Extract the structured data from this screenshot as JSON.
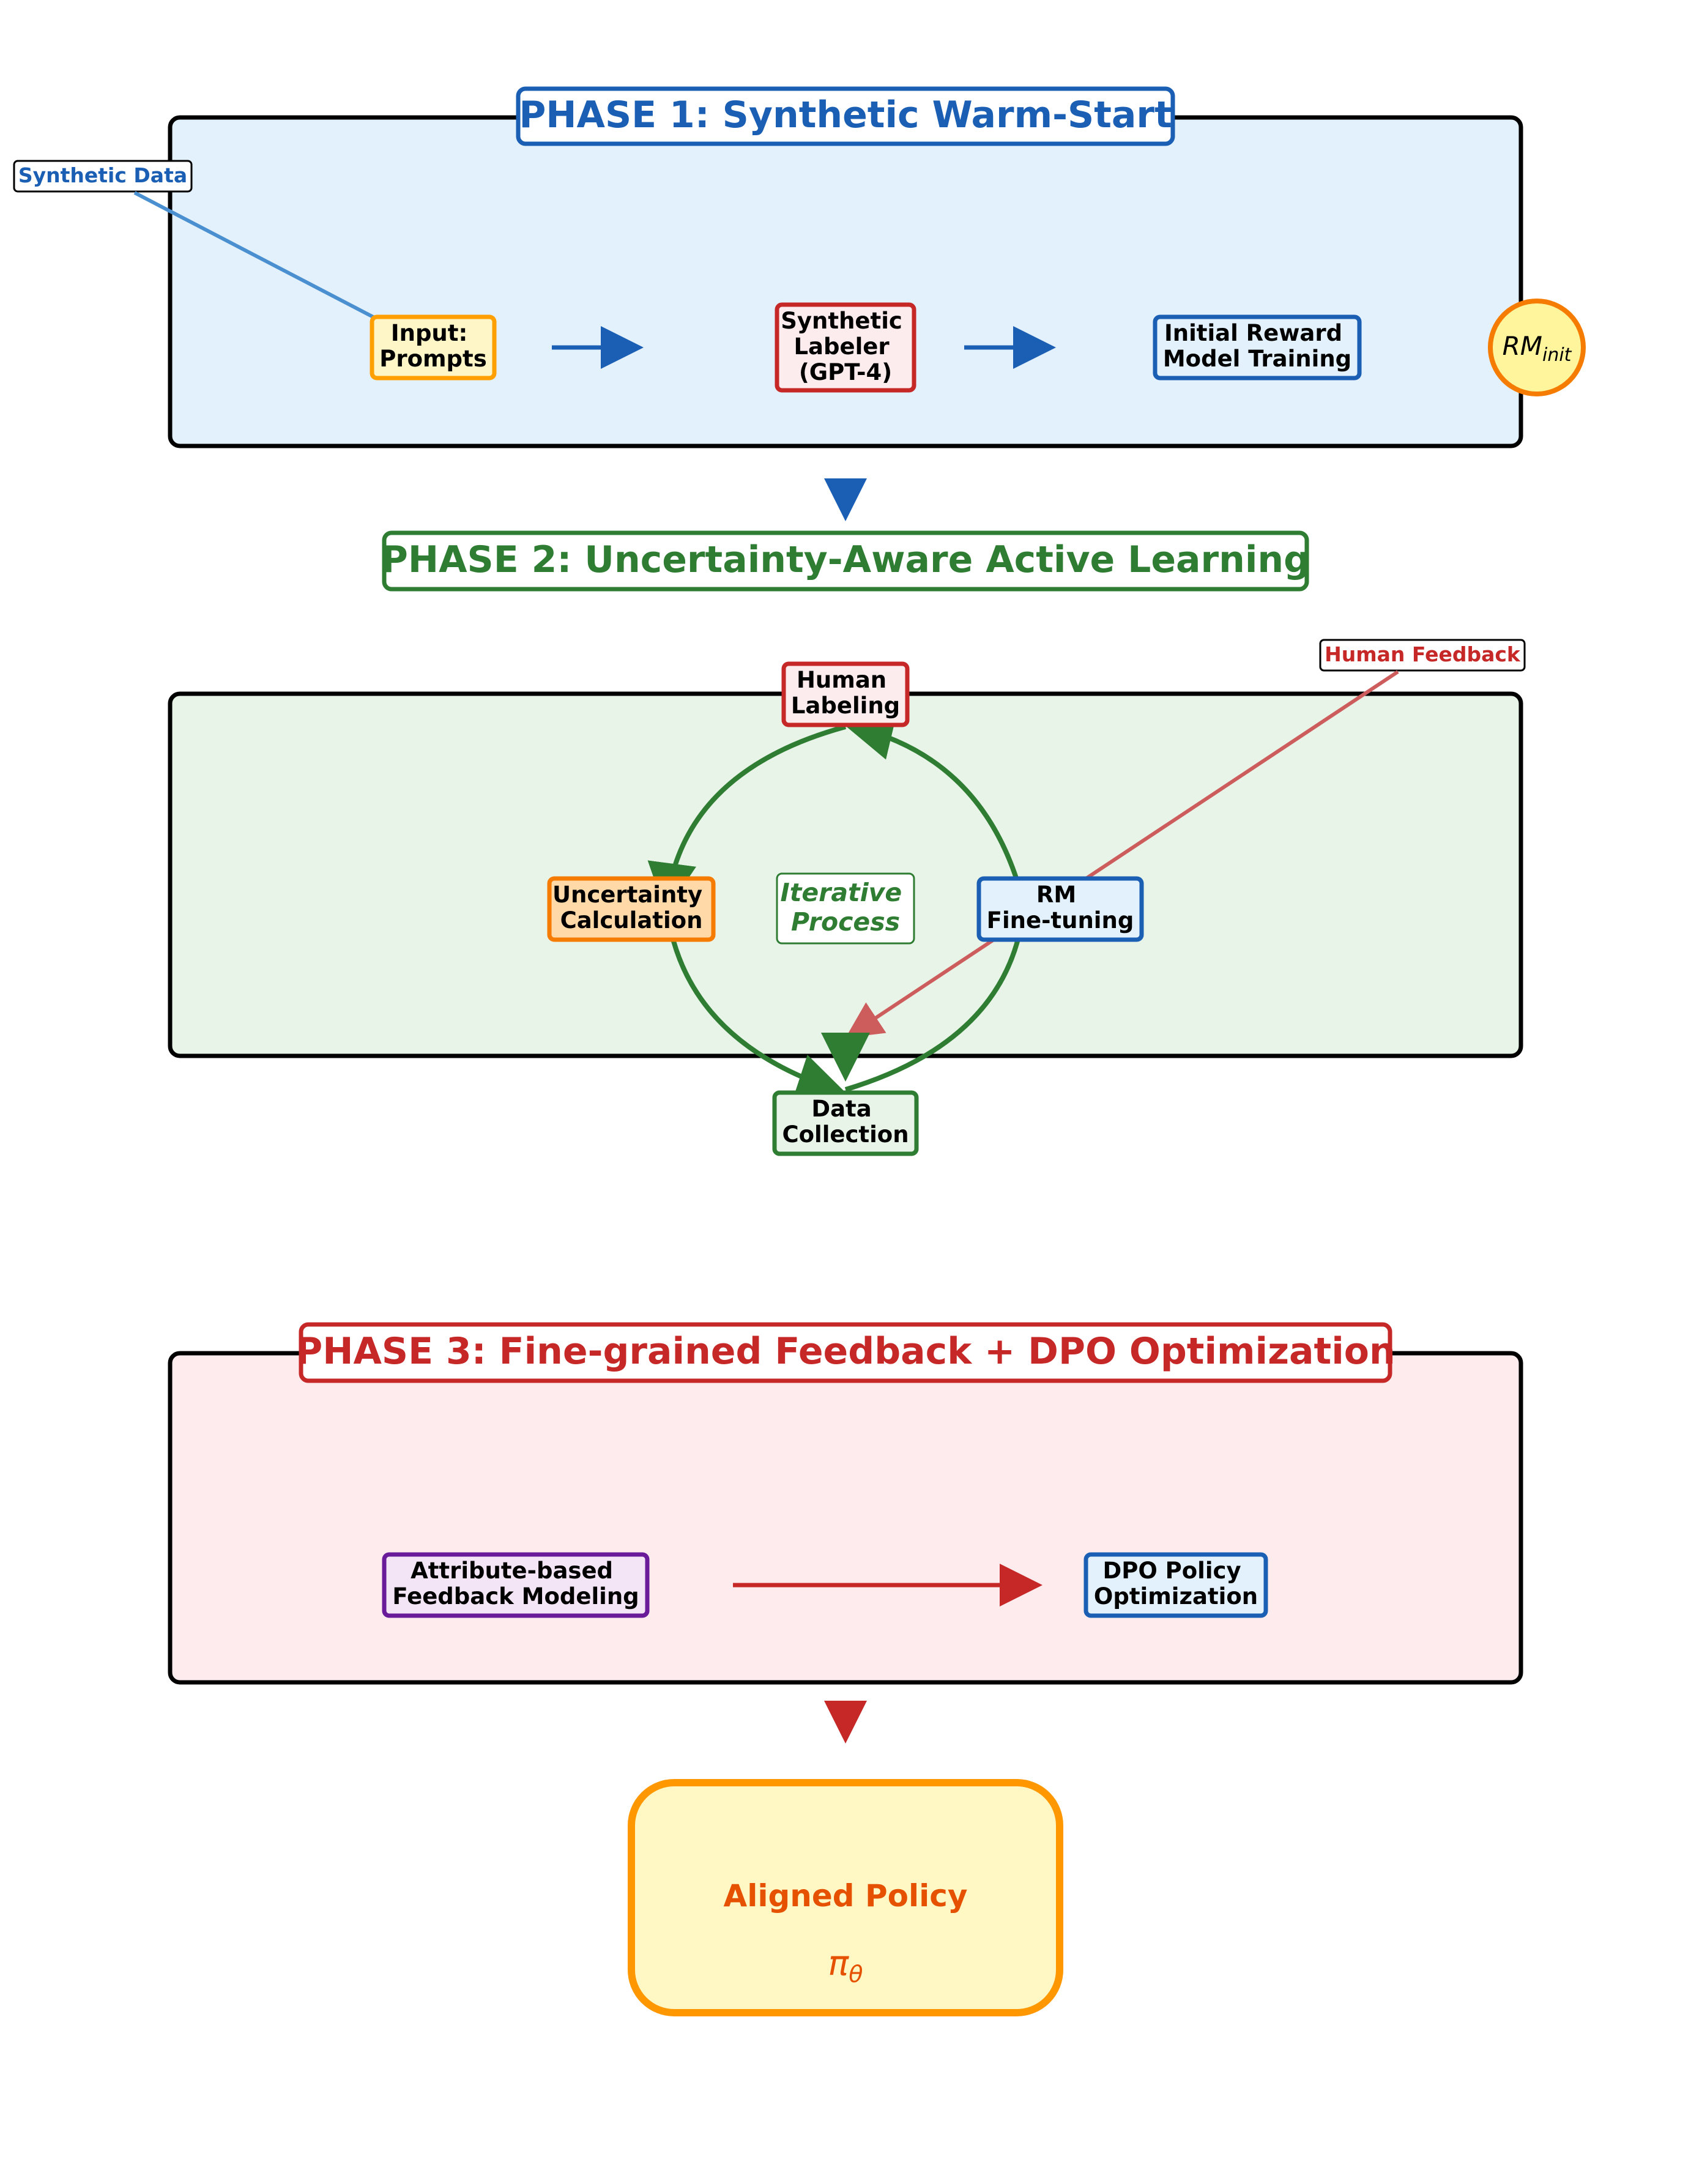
{
  "phase1": {
    "title": "PHASE 1: Synthetic Warm-Start",
    "callout": "Synthetic Data",
    "input_box": [
      "Input:",
      "Prompts"
    ],
    "labeler_box": [
      "Synthetic",
      "Labeler",
      "(GPT-4)"
    ],
    "training_box": [
      "Initial Reward",
      "Model Training"
    ],
    "rm_badge_main": "RM",
    "rm_badge_sub": "init"
  },
  "phase2": {
    "title": "PHASE 2: Uncertainty-Aware Active Learning",
    "callout": "Human Feedback",
    "human_labeling": [
      "Human",
      "Labeling"
    ],
    "uncertainty": [
      "Uncertainty",
      "Calculation"
    ],
    "center_label": [
      "Iterative",
      "Process"
    ],
    "rm_finetune": [
      "RM",
      "Fine-tuning"
    ],
    "data_collection": [
      "Data",
      "Collection"
    ]
  },
  "phase3": {
    "title": "PHASE 3: Fine-grained Feedback + DPO Optimization",
    "attribute_box": [
      "Attribute-based",
      "Feedback Modeling"
    ],
    "dpo_box": [
      "DPO Policy",
      "Optimization"
    ]
  },
  "output": {
    "title": "Aligned Policy",
    "symbol": "π",
    "symbol_sub": "θ"
  },
  "colors": {
    "blue": "#1a5fb4",
    "blue_light": "#4a8fd0",
    "green": "#2e7d32",
    "red": "#c62828",
    "red_light": "#cd5c5c",
    "orange": "#f57c00",
    "amber": "#ff9800",
    "purple": "#6a1b9a",
    "phase1_bg": "#e3f1fc",
    "phase2_bg": "#e8f4e8",
    "phase3_bg": "#fdebee",
    "output_bg": "#fff8c4",
    "output_text": "#e65100"
  }
}
